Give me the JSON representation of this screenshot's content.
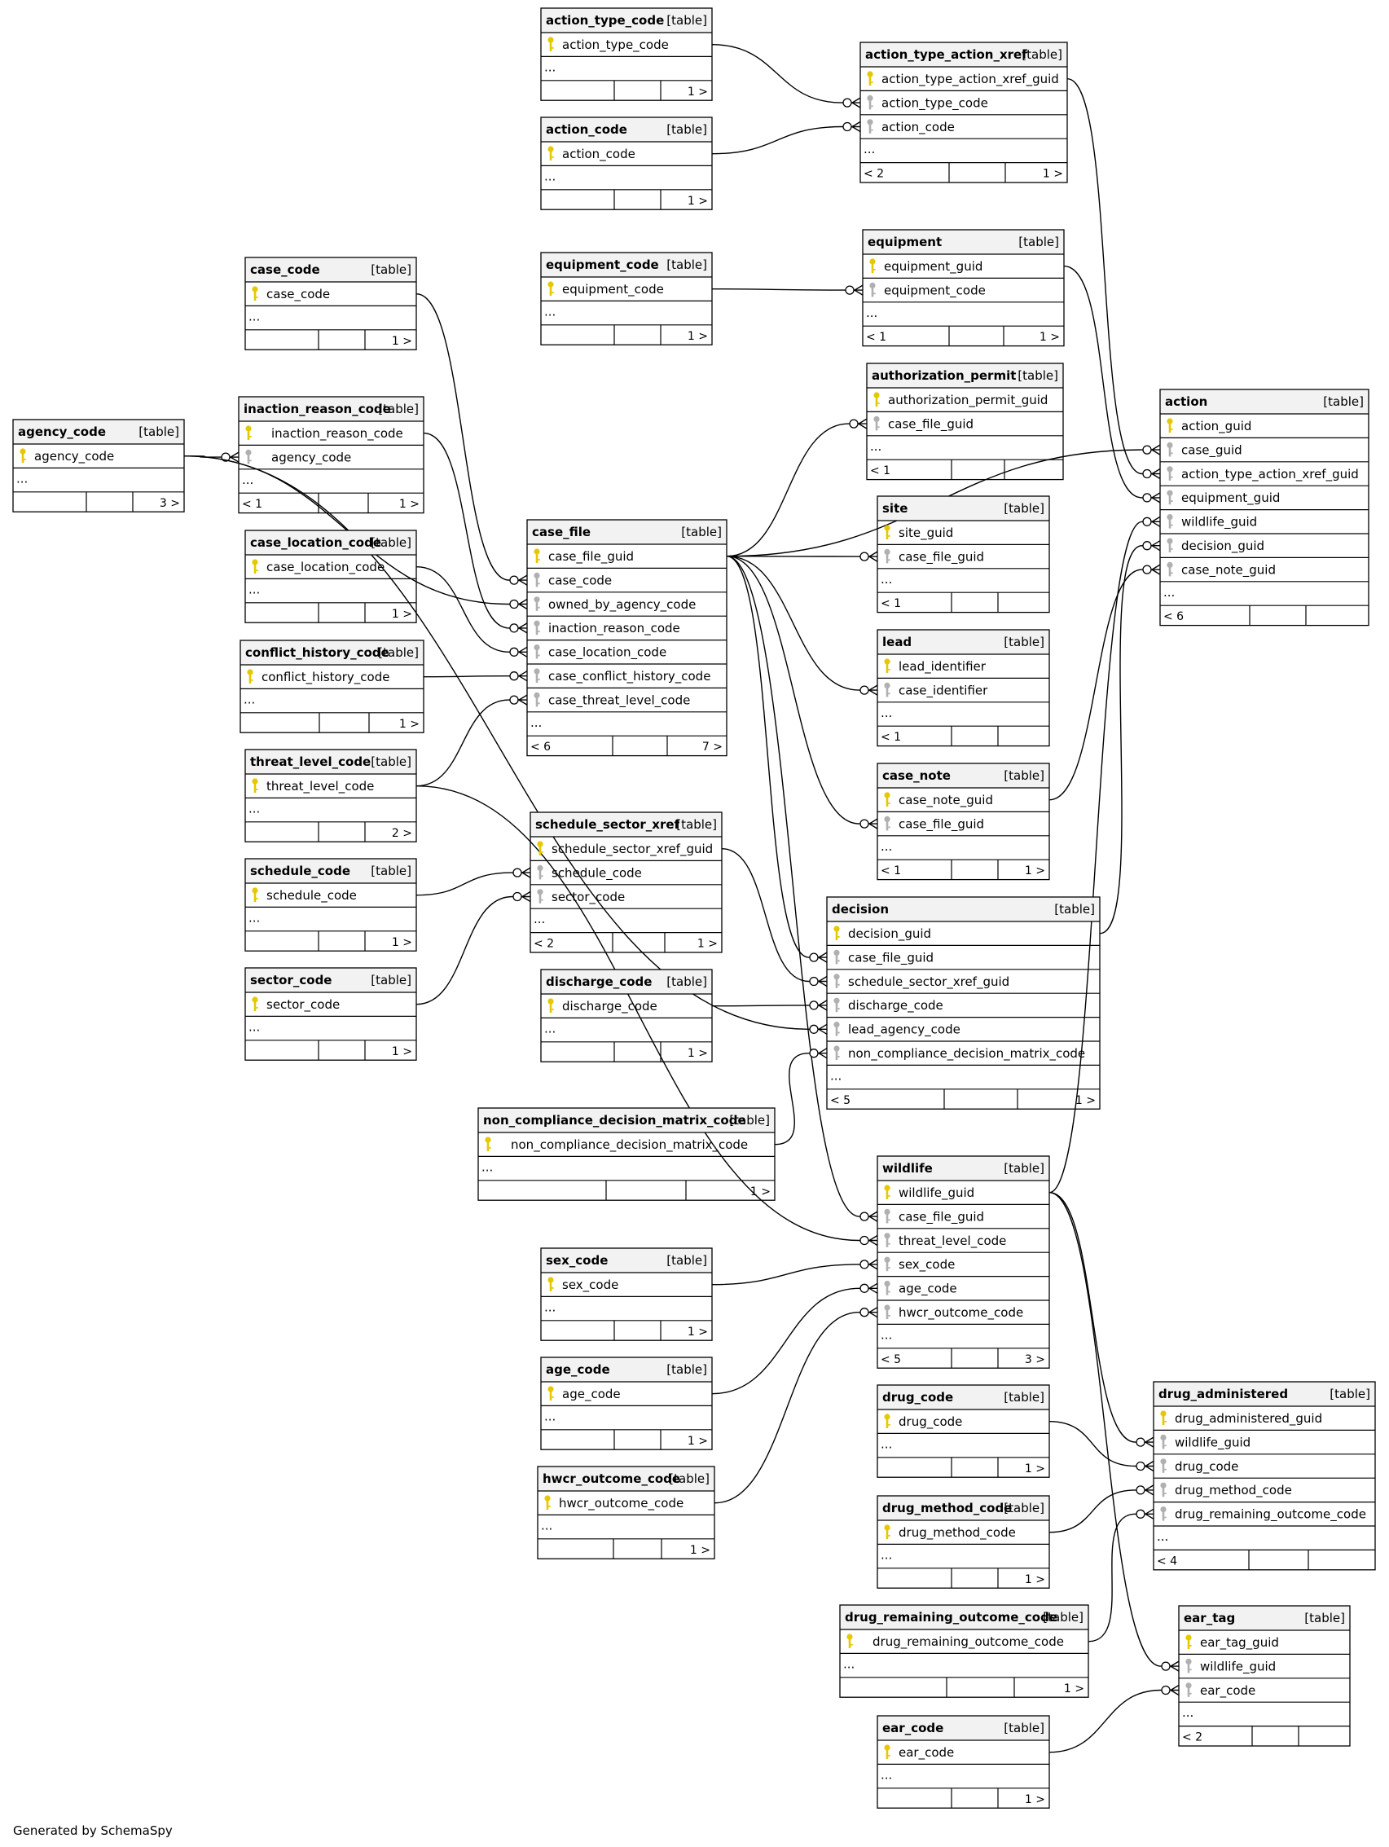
{
  "footer": "Generated by SchemaSpy",
  "table_type_label": "[table]",
  "ellipsis": "...",
  "colors": {
    "pk_key": "#e6c800",
    "fk_key": "#b0b0b0",
    "header_bg": "#f2f2f2"
  },
  "tables": [
    {
      "name": "action_type_code",
      "cols": [
        {
          "t": "pk",
          "n": "action_type_code"
        }
      ],
      "footer": [
        "",
        "",
        "1 >"
      ]
    },
    {
      "name": "action_code",
      "cols": [
        {
          "t": "pk",
          "n": "action_code"
        }
      ],
      "footer": [
        "",
        "",
        "1 >"
      ]
    },
    {
      "name": "action_type_action_xref",
      "cols": [
        {
          "t": "pk",
          "n": "action_type_action_xref_guid"
        },
        {
          "t": "fk",
          "n": "action_type_code"
        },
        {
          "t": "fk",
          "n": "action_code"
        }
      ],
      "footer": [
        "< 2",
        "",
        "1 >"
      ]
    },
    {
      "name": "equipment_code",
      "cols": [
        {
          "t": "pk",
          "n": "equipment_code"
        }
      ],
      "footer": [
        "",
        "",
        "1 >"
      ]
    },
    {
      "name": "equipment",
      "cols": [
        {
          "t": "pk",
          "n": "equipment_guid"
        },
        {
          "t": "fk",
          "n": "equipment_code"
        }
      ],
      "footer": [
        "< 1",
        "",
        "1 >"
      ]
    },
    {
      "name": "case_code",
      "cols": [
        {
          "t": "pk",
          "n": "case_code"
        }
      ],
      "footer": [
        "",
        "",
        "1 >"
      ]
    },
    {
      "name": "authorization_permit",
      "cols": [
        {
          "t": "pk",
          "n": "authorization_permit_guid"
        },
        {
          "t": "fk",
          "n": "case_file_guid"
        }
      ],
      "footer": [
        "< 1",
        "",
        ""
      ]
    },
    {
      "name": "agency_code",
      "cols": [
        {
          "t": "pk",
          "n": "agency_code"
        }
      ],
      "footer": [
        "",
        "",
        "3 >"
      ]
    },
    {
      "name": "inaction_reason_code",
      "cols": [
        {
          "t": "pk",
          "n": "inaction_reason_code"
        },
        {
          "t": "fk",
          "n": "agency_code"
        }
      ],
      "footer": [
        "< 1",
        "",
        "1 >"
      ]
    },
    {
      "name": "action",
      "cols": [
        {
          "t": "pk",
          "n": "action_guid"
        },
        {
          "t": "fk",
          "n": "case_guid"
        },
        {
          "t": "fk",
          "n": "action_type_action_xref_guid"
        },
        {
          "t": "fk",
          "n": "equipment_guid"
        },
        {
          "t": "fk",
          "n": "wildlife_guid"
        },
        {
          "t": "fk",
          "n": "decision_guid"
        },
        {
          "t": "fk",
          "n": "case_note_guid"
        }
      ],
      "footer": [
        "< 6",
        "",
        ""
      ]
    },
    {
      "name": "site",
      "cols": [
        {
          "t": "pk",
          "n": "site_guid"
        },
        {
          "t": "fk",
          "n": "case_file_guid"
        }
      ],
      "footer": [
        "< 1",
        "",
        ""
      ]
    },
    {
      "name": "case_file",
      "cols": [
        {
          "t": "pk",
          "n": "case_file_guid"
        },
        {
          "t": "fk",
          "n": "case_code"
        },
        {
          "t": "fk",
          "n": "owned_by_agency_code"
        },
        {
          "t": "fk",
          "n": "inaction_reason_code"
        },
        {
          "t": "fk",
          "n": "case_location_code"
        },
        {
          "t": "fk",
          "n": "case_conflict_history_code"
        },
        {
          "t": "fk",
          "n": "case_threat_level_code"
        }
      ],
      "footer": [
        "< 6",
        "",
        "7 >"
      ]
    },
    {
      "name": "case_location_code",
      "cols": [
        {
          "t": "pk",
          "n": "case_location_code"
        }
      ],
      "footer": [
        "",
        "",
        "1 >"
      ]
    },
    {
      "name": "lead",
      "cols": [
        {
          "t": "pk",
          "n": "lead_identifier"
        },
        {
          "t": "fk",
          "n": "case_identifier"
        }
      ],
      "footer": [
        "< 1",
        "",
        ""
      ]
    },
    {
      "name": "conflict_history_code",
      "cols": [
        {
          "t": "pk",
          "n": "conflict_history_code"
        }
      ],
      "footer": [
        "",
        "",
        "1 >"
      ]
    },
    {
      "name": "threat_level_code",
      "cols": [
        {
          "t": "pk",
          "n": "threat_level_code"
        }
      ],
      "footer": [
        "",
        "",
        "2 >"
      ]
    },
    {
      "name": "case_note",
      "cols": [
        {
          "t": "pk",
          "n": "case_note_guid"
        },
        {
          "t": "fk",
          "n": "case_file_guid"
        }
      ],
      "footer": [
        "< 1",
        "",
        "1 >"
      ]
    },
    {
      "name": "schedule_sector_xref",
      "cols": [
        {
          "t": "pk",
          "n": "schedule_sector_xref_guid"
        },
        {
          "t": "fk",
          "n": "schedule_code"
        },
        {
          "t": "fk",
          "n": "sector_code"
        }
      ],
      "footer": [
        "< 2",
        "",
        "1 >"
      ]
    },
    {
      "name": "schedule_code",
      "cols": [
        {
          "t": "pk",
          "n": "schedule_code"
        }
      ],
      "footer": [
        "",
        "",
        "1 >"
      ]
    },
    {
      "name": "decision",
      "cols": [
        {
          "t": "pk",
          "n": "decision_guid"
        },
        {
          "t": "fk",
          "n": "case_file_guid"
        },
        {
          "t": "fk",
          "n": "schedule_sector_xref_guid"
        },
        {
          "t": "fk",
          "n": "discharge_code"
        },
        {
          "t": "fk",
          "n": "lead_agency_code"
        },
        {
          "t": "fk",
          "n": "non_compliance_decision_matrix_code"
        }
      ],
      "footer": [
        "< 5",
        "",
        "1 >"
      ]
    },
    {
      "name": "sector_code",
      "cols": [
        {
          "t": "pk",
          "n": "sector_code"
        }
      ],
      "footer": [
        "",
        "",
        "1 >"
      ]
    },
    {
      "name": "discharge_code",
      "cols": [
        {
          "t": "pk",
          "n": "discharge_code"
        }
      ],
      "footer": [
        "",
        "",
        "1 >"
      ]
    },
    {
      "name": "non_compliance_decision_matrix_code",
      "cols": [
        {
          "t": "pk",
          "n": "non_compliance_decision_matrix_code"
        }
      ],
      "footer": [
        "",
        "",
        "1 >"
      ]
    },
    {
      "name": "wildlife",
      "cols": [
        {
          "t": "pk",
          "n": "wildlife_guid"
        },
        {
          "t": "fk",
          "n": "case_file_guid"
        },
        {
          "t": "fk",
          "n": "threat_level_code"
        },
        {
          "t": "fk",
          "n": "sex_code"
        },
        {
          "t": "fk",
          "n": "age_code"
        },
        {
          "t": "fk",
          "n": "hwcr_outcome_code"
        }
      ],
      "footer": [
        "< 5",
        "",
        "3 >"
      ]
    },
    {
      "name": "sex_code",
      "cols": [
        {
          "t": "pk",
          "n": "sex_code"
        }
      ],
      "footer": [
        "",
        "",
        "1 >"
      ]
    },
    {
      "name": "age_code",
      "cols": [
        {
          "t": "pk",
          "n": "age_code"
        }
      ],
      "footer": [
        "",
        "",
        "1 >"
      ]
    },
    {
      "name": "drug_administered",
      "cols": [
        {
          "t": "pk",
          "n": "drug_administered_guid"
        },
        {
          "t": "fk",
          "n": "wildlife_guid"
        },
        {
          "t": "fk",
          "n": "drug_code"
        },
        {
          "t": "fk",
          "n": "drug_method_code"
        },
        {
          "t": "fk",
          "n": "drug_remaining_outcome_code"
        }
      ],
      "footer": [
        "< 4",
        "",
        ""
      ]
    },
    {
      "name": "drug_code",
      "cols": [
        {
          "t": "pk",
          "n": "drug_code"
        }
      ],
      "footer": [
        "",
        "",
        "1 >"
      ]
    },
    {
      "name": "hwcr_outcome_code",
      "cols": [
        {
          "t": "pk",
          "n": "hwcr_outcome_code"
        }
      ],
      "footer": [
        "",
        "",
        "1 >"
      ]
    },
    {
      "name": "drug_method_code",
      "cols": [
        {
          "t": "pk",
          "n": "drug_method_code"
        }
      ],
      "footer": [
        "",
        "",
        "1 >"
      ]
    },
    {
      "name": "drug_remaining_outcome_code",
      "cols": [
        {
          "t": "pk",
          "n": "drug_remaining_outcome_code"
        }
      ],
      "footer": [
        "",
        "",
        "1 >"
      ]
    },
    {
      "name": "ear_tag",
      "cols": [
        {
          "t": "pk",
          "n": "ear_tag_guid"
        },
        {
          "t": "fk",
          "n": "wildlife_guid"
        },
        {
          "t": "fk",
          "n": "ear_code"
        }
      ],
      "footer": [
        "< 2",
        "",
        ""
      ]
    },
    {
      "name": "ear_code",
      "cols": [
        {
          "t": "pk",
          "n": "ear_code"
        }
      ],
      "footer": [
        "",
        "",
        "1 >"
      ]
    }
  ],
  "relationships": [
    {
      "from": "action_type_code.action_type_code",
      "to": "action_type_action_xref.action_type_code"
    },
    {
      "from": "action_code.action_code",
      "to": "action_type_action_xref.action_code"
    },
    {
      "from": "action_type_action_xref.action_type_action_xref_guid",
      "to": "action.action_type_action_xref_guid"
    },
    {
      "from": "equipment_code.equipment_code",
      "to": "equipment.equipment_code"
    },
    {
      "from": "equipment.equipment_guid",
      "to": "action.equipment_guid"
    },
    {
      "from": "case_file.case_file_guid",
      "to": "action.case_guid"
    },
    {
      "from": "case_file.case_file_guid",
      "to": "authorization_permit.case_file_guid"
    },
    {
      "from": "case_file.case_file_guid",
      "to": "site.case_file_guid"
    },
    {
      "from": "case_file.case_file_guid",
      "to": "lead.case_identifier"
    },
    {
      "from": "case_file.case_file_guid",
      "to": "case_note.case_file_guid"
    },
    {
      "from": "case_file.case_file_guid",
      "to": "decision.case_file_guid"
    },
    {
      "from": "case_file.case_file_guid",
      "to": "wildlife.case_file_guid"
    },
    {
      "from": "case_code.case_code",
      "to": "case_file.case_code"
    },
    {
      "from": "agency_code.agency_code",
      "to": "inaction_reason_code.agency_code"
    },
    {
      "from": "agency_code.agency_code",
      "to": "case_file.owned_by_agency_code"
    },
    {
      "from": "agency_code.agency_code",
      "to": "decision.lead_agency_code"
    },
    {
      "from": "inaction_reason_code.inaction_reason_code",
      "to": "case_file.inaction_reason_code"
    },
    {
      "from": "case_location_code.case_location_code",
      "to": "case_file.case_location_code"
    },
    {
      "from": "conflict_history_code.conflict_history_code",
      "to": "case_file.case_conflict_history_code"
    },
    {
      "from": "threat_level_code.threat_level_code",
      "to": "case_file.case_threat_level_code"
    },
    {
      "from": "threat_level_code.threat_level_code",
      "to": "wildlife.threat_level_code"
    },
    {
      "from": "schedule_code.schedule_code",
      "to": "schedule_sector_xref.schedule_code"
    },
    {
      "from": "sector_code.sector_code",
      "to": "schedule_sector_xref.sector_code"
    },
    {
      "from": "schedule_sector_xref.schedule_sector_xref_guid",
      "to": "decision.schedule_sector_xref_guid"
    },
    {
      "from": "discharge_code.discharge_code",
      "to": "decision.discharge_code"
    },
    {
      "from": "non_compliance_decision_matrix_code.non_compliance_decision_matrix_code",
      "to": "decision.non_compliance_decision_matrix_code"
    },
    {
      "from": "decision.decision_guid",
      "to": "action.decision_guid"
    },
    {
      "from": "case_note.case_note_guid",
      "to": "action.case_note_guid"
    },
    {
      "from": "wildlife.wildlife_guid",
      "to": "action.wildlife_guid"
    },
    {
      "from": "sex_code.sex_code",
      "to": "wildlife.sex_code"
    },
    {
      "from": "age_code.age_code",
      "to": "wildlife.age_code"
    },
    {
      "from": "hwcr_outcome_code.hwcr_outcome_code",
      "to": "wildlife.hwcr_outcome_code"
    },
    {
      "from": "wildlife.wildlife_guid",
      "to": "drug_administered.wildlife_guid"
    },
    {
      "from": "drug_code.drug_code",
      "to": "drug_administered.drug_code"
    },
    {
      "from": "drug_method_code.drug_method_code",
      "to": "drug_administered.drug_method_code"
    },
    {
      "from": "drug_remaining_outcome_code.drug_remaining_outcome_code",
      "to": "drug_administered.drug_remaining_outcome_code"
    },
    {
      "from": "wildlife.wildlife_guid",
      "to": "ear_tag.wildlife_guid"
    },
    {
      "from": "ear_code.ear_code",
      "to": "ear_tag.ear_code"
    }
  ]
}
